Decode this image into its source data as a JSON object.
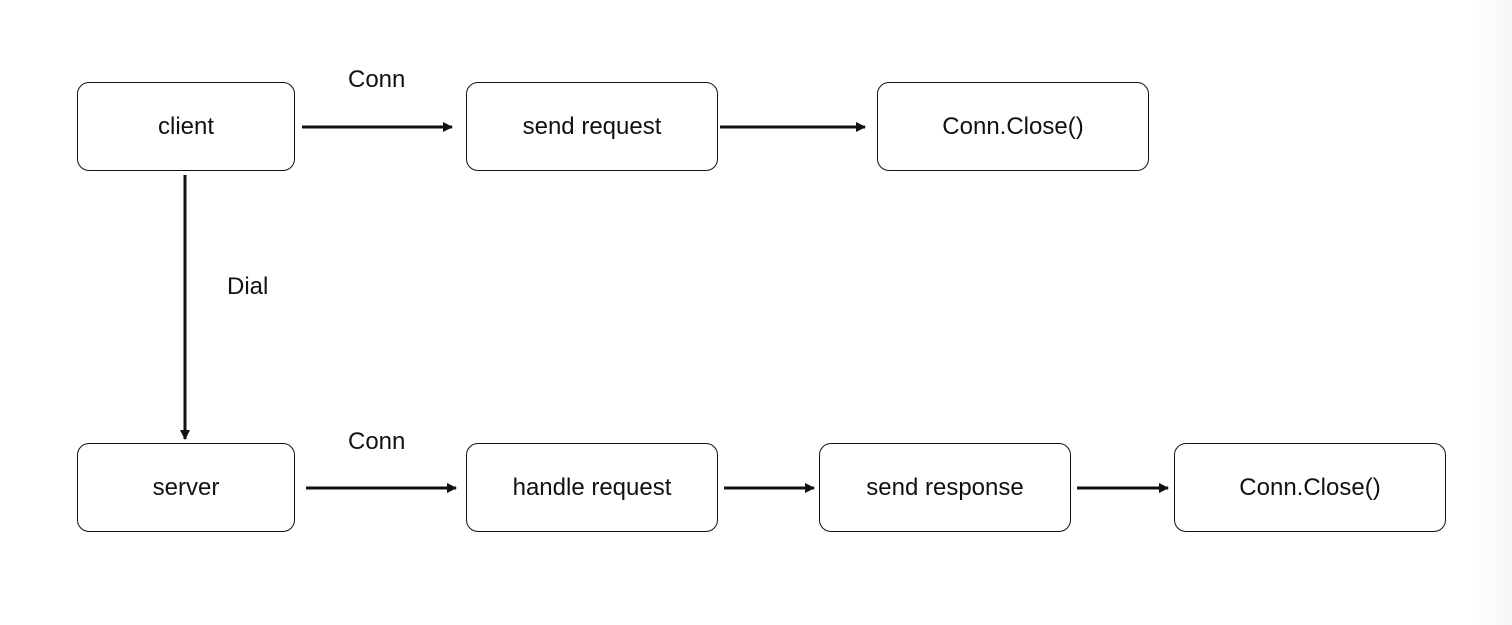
{
  "diagram": {
    "nodes": {
      "client": "client",
      "send_request": "send request",
      "client_close": "Conn.Close()",
      "server": "server",
      "handle_request": "handle request",
      "send_response": "send response",
      "server_close": "Conn.Close()"
    },
    "edge_labels": {
      "client_conn": "Conn",
      "dial": "Dial",
      "server_conn": "Conn"
    },
    "edges": [
      {
        "from": "client",
        "to": "send_request",
        "label": "Conn"
      },
      {
        "from": "send_request",
        "to": "client_close"
      },
      {
        "from": "client",
        "to": "server",
        "label": "Dial"
      },
      {
        "from": "server",
        "to": "handle_request",
        "label": "Conn"
      },
      {
        "from": "handle_request",
        "to": "send_response"
      },
      {
        "from": "send_response",
        "to": "server_close"
      }
    ],
    "colors": {
      "stroke": "#111111",
      "background": "#ffffff"
    }
  }
}
